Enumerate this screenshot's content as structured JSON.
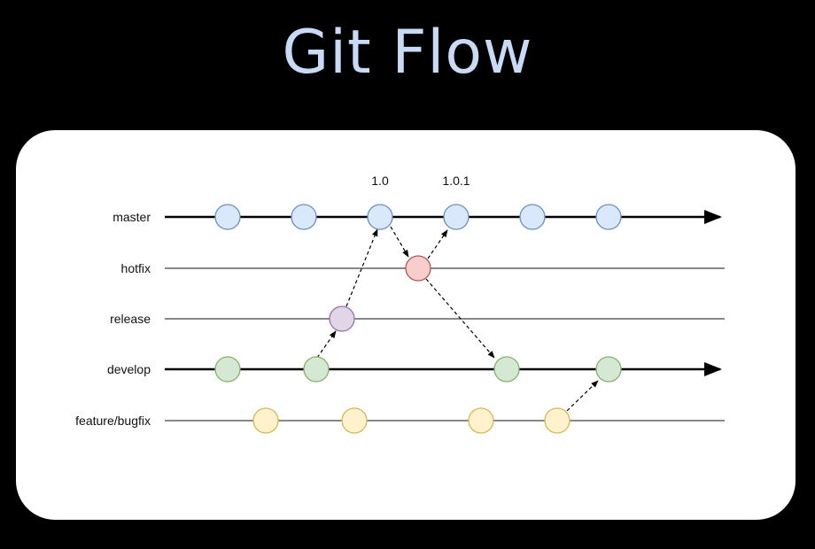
{
  "title": "Git Flow",
  "lanes": [
    {
      "id": "master",
      "label": "master"
    },
    {
      "id": "hotfix",
      "label": "hotfix"
    },
    {
      "id": "release",
      "label": "release"
    },
    {
      "id": "develop",
      "label": "develop"
    },
    {
      "id": "feature",
      "label": "feature/bugfix"
    }
  ],
  "tags": {
    "v1": "1.0",
    "v2": "1.0.1"
  },
  "colors": {
    "background": "#000000",
    "title": "#c9daf6",
    "card": "#ffffff",
    "master_fill": "#dae8fc",
    "master_stroke": "#6c8ebf",
    "hotfix_fill": "#f8cecc",
    "hotfix_stroke": "#b85450",
    "release_fill": "#e1d5e7",
    "release_stroke": "#9673a6",
    "develop_fill": "#d5e8d4",
    "develop_stroke": "#82b366",
    "feature_fill": "#fff2cc",
    "feature_stroke": "#d6b656",
    "main_line": "#000000",
    "branch_line": "#888888"
  }
}
